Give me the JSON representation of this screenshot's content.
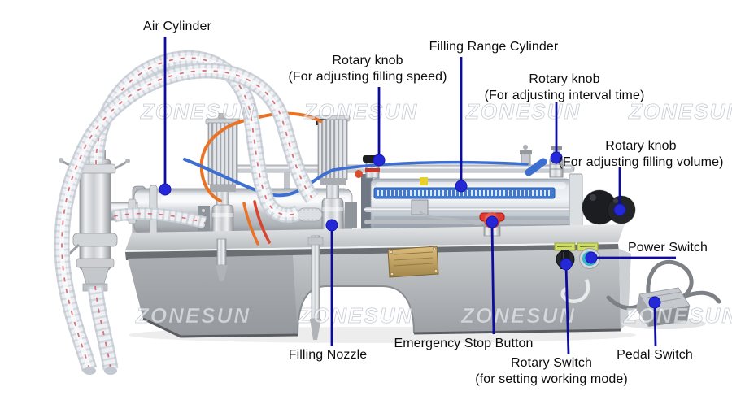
{
  "watermark": {
    "text": "ZONESUN"
  },
  "callouts": {
    "air_cylinder": {
      "title": "Air Cylinder"
    },
    "rotary_knob_speed": {
      "title": "Rotary knob",
      "subtitle": "(For adjusting filling speed)"
    },
    "filling_range_cylinder": {
      "title": "Filling Range Cylinder"
    },
    "rotary_knob_interval": {
      "title": "Rotary knob",
      "subtitle": "(For adjusting interval time)"
    },
    "rotary_knob_volume": {
      "title": "Rotary knob",
      "subtitle": "(For adjusting filling volume)"
    },
    "power_switch": {
      "title": "Power Switch"
    },
    "emergency_stop_button": {
      "title": "Emergency Stop Button"
    },
    "rotary_switch": {
      "title": "Rotary Switch",
      "subtitle": "(for setting working mode)"
    },
    "pedal_switch": {
      "title": "Pedal Switch"
    },
    "filling_nozzle": {
      "title": "Filling Nozzle"
    }
  },
  "style": {
    "callout_line_color": "#0c0c9e",
    "callout_dot_color": "#2428d6",
    "label_text_color": "#0d0d0d",
    "ruler_strip_color": "#4178cf",
    "emergency_stop_color": "#e23a2e",
    "power_switch_color": "#35b6c9",
    "switch_label_color": "#cddd66"
  }
}
